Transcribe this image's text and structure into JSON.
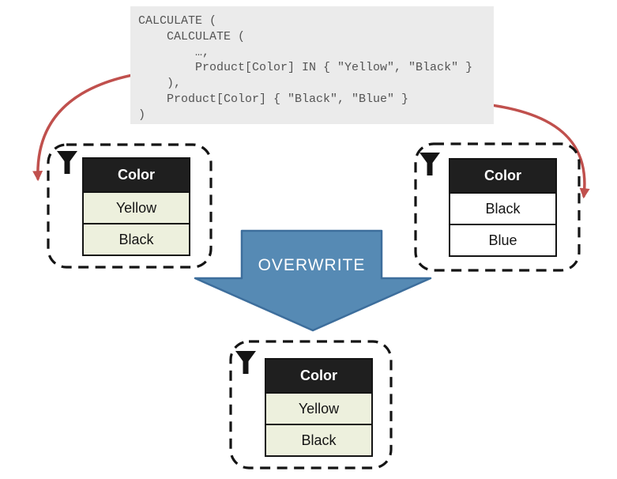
{
  "figure": {
    "description_label": "CALCULATE filter overwrite diagram"
  },
  "code": {
    "lines": [
      "CALCULATE (",
      "    CALCULATE (",
      "        …,",
      "        Product[Color] IN { \"Yellow\", \"Black\" }",
      "    ),",
      "    Product[Color] { \"Black\", \"Blue\" }",
      ")"
    ]
  },
  "filters": {
    "inner": {
      "header": "Color",
      "rows": [
        "Yellow",
        "Black"
      ]
    },
    "outer": {
      "header": "Color",
      "rows": [
        "Black",
        "Blue"
      ]
    },
    "result": {
      "header": "Color",
      "rows": [
        "Yellow",
        "Black"
      ]
    }
  },
  "overwrite": {
    "label": "OVERWRITE"
  },
  "icons": {
    "funnel": "filter-funnel-icon",
    "red_arrow": "curved-red-arrow",
    "blue_arrow": "overwrite-down-arrow"
  },
  "colors": {
    "code_bg": "#ebebeb",
    "code_text": "#545454",
    "arrow_red": "#c0504d",
    "arrow_blue_fill": "#568ab4",
    "arrow_blue_stroke": "#3d6e9c",
    "header_bg": "#1f1f1f",
    "row_green": "#edf0dd",
    "row_white": "#ffffff",
    "outline_black": "#141414"
  }
}
